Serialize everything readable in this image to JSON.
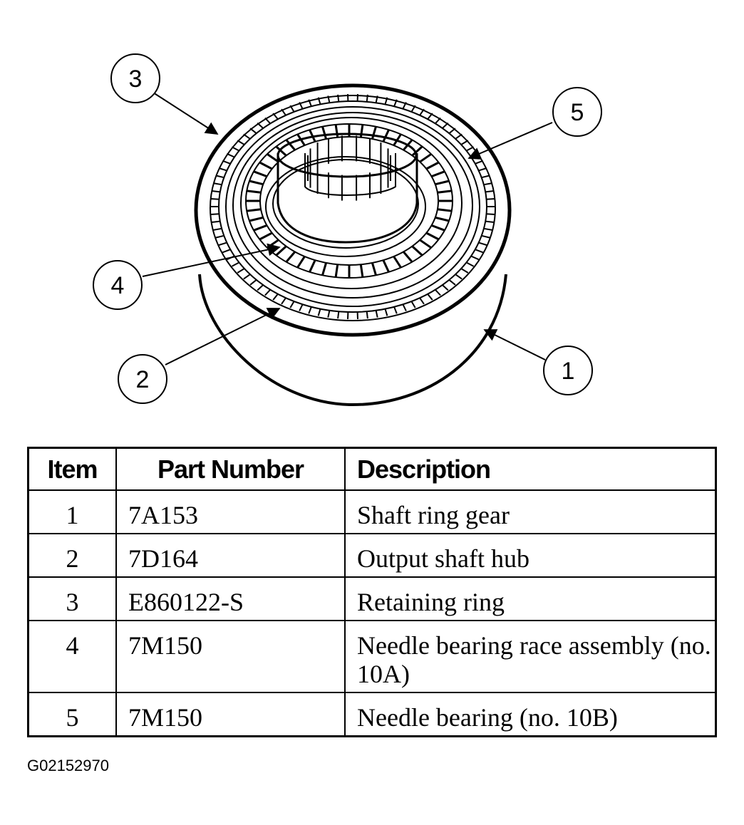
{
  "diagram": {
    "callouts": [
      "1",
      "2",
      "3",
      "4",
      "5"
    ]
  },
  "table": {
    "headers": {
      "item": "Item",
      "part_number": "Part Number",
      "description": "Description"
    },
    "rows": [
      {
        "item": "1",
        "part_number": "7A153",
        "description": "Shaft ring gear"
      },
      {
        "item": "2",
        "part_number": "7D164",
        "description": "Output shaft hub"
      },
      {
        "item": "3",
        "part_number": "E860122-S",
        "description": "Retaining ring"
      },
      {
        "item": "4",
        "part_number": "7M150",
        "description": "Needle bearing race assembly (no. 10A)"
      },
      {
        "item": "5",
        "part_number": "7M150",
        "description": "Needle bearing (no. 10B)"
      }
    ]
  },
  "figure_id": "G02152970"
}
